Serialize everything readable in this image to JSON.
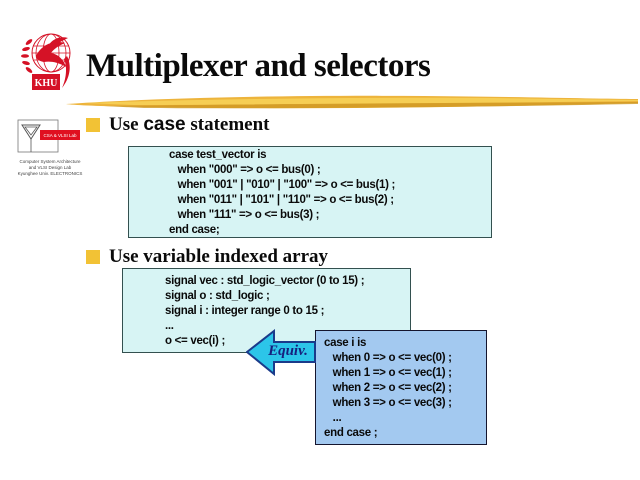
{
  "header": {
    "title": "Multiplexer and selectors"
  },
  "logo": {
    "khu_label": "KHU",
    "lab_badge": "CSA & VLSI Lab",
    "lab_line1": "Computer System Architecture",
    "lab_line2": "and VLSI Design Lab",
    "lab_line3": "Kyunghee Univ. ELECTRONICS"
  },
  "bullet1": {
    "pre": "Use ",
    "keyword": "case",
    "post": " statement"
  },
  "bullet2": {
    "text": "Use variable indexed array"
  },
  "code1": {
    "text": "case test_vector is\n   when \"000\" => o <= bus(0) ;\n   when \"001\" | \"010\" | \"100\" => o <= bus(1) ;\n   when \"011\" | \"101\" | \"110\" => o <= bus(2) ;\n   when \"111\" => o <= bus(3) ;\nend case;"
  },
  "code2": {
    "text": "signal vec : std_logic_vector (0 to 15) ;\nsignal o : std_logic ;\nsignal i : integer range 0 to 15 ;\n...\no <= vec(i) ;"
  },
  "code3": {
    "text": "case i is\n   when 0 => o <= vec(0) ;\n   when 1 => o <= vec(1) ;\n   when 2 => o <= vec(2) ;\n   when 3 => o <= vec(3) ;\n   ...\nend case ;"
  },
  "arrow": {
    "label": "Equiv."
  },
  "colors": {
    "accent_gold": "#F2C235",
    "code_box_bg": "#D7F4F4",
    "blue_box_bg": "#A3C9F0",
    "arrow_fill": "#2CC5E9",
    "arrow_border": "#1A3A8A",
    "equiv_text": "#16207E",
    "logo_red": "#D51226"
  }
}
